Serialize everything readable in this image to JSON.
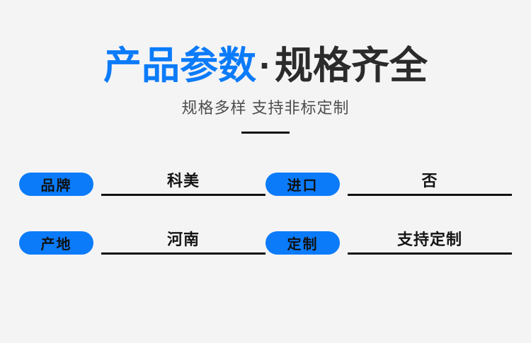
{
  "page": {
    "background_color": "#f4f4f4",
    "accent_color": "#0b7bfa",
    "dark_color": "#2b2b2b"
  },
  "header": {
    "title_highlight": "产品参数",
    "title_separator": "·",
    "title_rest": "规格齐全",
    "subtitle": "规格多样 支持非标定制"
  },
  "specs": [
    {
      "label": "品牌",
      "value": "科美"
    },
    {
      "label": "进口",
      "value": "否"
    },
    {
      "label": "产地",
      "value": "河南"
    },
    {
      "label": "定制",
      "value": "支持定制"
    }
  ]
}
